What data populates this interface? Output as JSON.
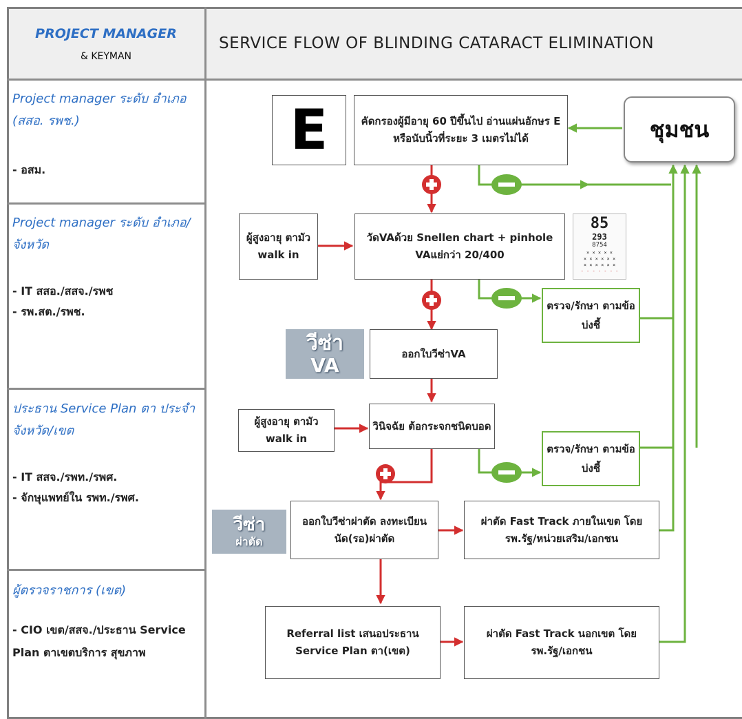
{
  "header": {
    "left_title": "PROJECT MANAGER",
    "left_sub": "& KEYMAN",
    "main_title": "SERVICE FLOW OF BLINDING CATARACT ELIMINATION"
  },
  "sections": [
    {
      "heading": "Project manager ระดับ อำเภอ (สสอ. รพช.)",
      "items": [
        "- อสม."
      ]
    },
    {
      "heading": "Project manager ระดับ อำเภอ/จังหวัด",
      "items": [
        "- IT สสอ./สสจ./รพช",
        "- รพ.สต./รพช."
      ]
    },
    {
      "heading": "ประธาน Service Plan ตา ประจำจังหวัด/เขต",
      "items": [
        "- IT สสจ./รพท./รพศ.",
        "- จักษุแพทย์ใน รพท./รพศ."
      ]
    },
    {
      "heading": "ผู้ตรวจราชการ (เขต)",
      "items": [
        "- CIO เขต/สสจ./ประธาน Service Plan ตาเขตบริการ สุขภาพ"
      ]
    }
  ],
  "flow": {
    "e_letter": "E",
    "screening": "คัดกรองผู้มีอายุ 60 ปีขึ้นไป อ่านแผ่นอักษร E หรือนับนิ้วที่ระยะ 3 เมตรไม่ได้",
    "community": "ชุมชน",
    "walkin_1": "ผู้สูงอายุ ตามัว walk in",
    "va_test": "วัดVAด้วย Snellen chart + pinhole VAแย่กว่า 20/400",
    "snellen_rows": [
      "85",
      "293",
      "8754",
      "× × × × ×",
      "× × × × × ×",
      "× × × × × ×",
      "- - - - - - -"
    ],
    "treat_1": "ตรวจ/รักษา ตามข้อบ่งชี้",
    "visa_va_top": "วีซ่า",
    "visa_va_bottom": "VA",
    "issue_visa_va": "ออกใบวีซ่าVA",
    "walkin_2": "ผู้สูงอายุ ตามัว walk in",
    "diagnose": "วินิจฉัย ต้อกระจกชนิดบอด",
    "treat_2": "ตรวจ/รักษา ตามข้อบ่งชี้",
    "visa_surg_top": "วีซ่า",
    "visa_surg_bottom": "ผ่าตัด",
    "issue_surg_visa": "ออกใบวีซ่าผ่าตัด ลงทะเบียนนัด(รอ)ผ่าตัด",
    "fast_track_in": "ผ่าตัด Fast Track ภายในเขต โดย รพ.รัฐ/หน่วยเสริม/เอกชน",
    "referral": "Referral list เสนอประธาน Service Plan ตา(เขต)",
    "fast_track_out": "ผ่าตัด Fast Track นอกเขต โดย รพ.รัฐ/เอกชน"
  },
  "colors": {
    "red_arrow": "#d32f2f",
    "green_arrow": "#6db33f",
    "blue_text": "#2e6fc4",
    "header_bg": "#efefef"
  }
}
